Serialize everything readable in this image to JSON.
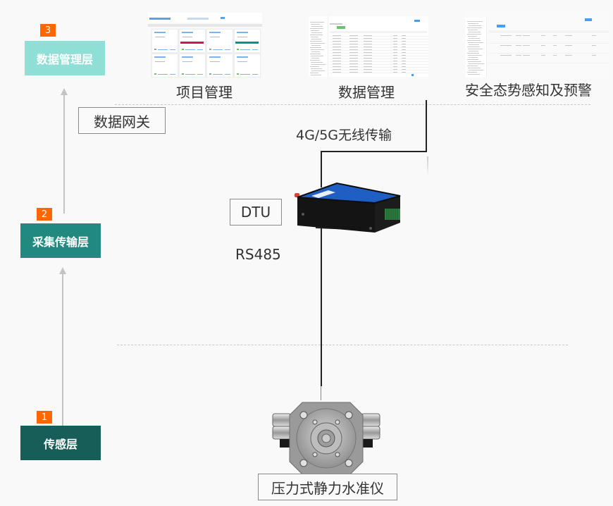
{
  "layers": [
    {
      "number": "3",
      "label": "数据管理层",
      "color": "#8fdfd6"
    },
    {
      "number": "2",
      "label": "采集传输层",
      "color": "#21897f"
    },
    {
      "number": "1",
      "label": "传感层",
      "color": "#175e59"
    }
  ],
  "badge_color": "#ff6600",
  "applications": [
    {
      "label": "项目管理",
      "icon": "project-management-screenshot"
    },
    {
      "label": "数据管理",
      "icon": "data-management-screenshot"
    },
    {
      "label": "安全态势感知及预警",
      "icon": "safety-awareness-screenshot"
    }
  ],
  "gateway_label": "数据网关",
  "transmission_label": "4G/5G无线传输",
  "dtu_label": "DTU",
  "dtu_icon": "dtu-device-image",
  "protocol_label": "RS485",
  "sensor_label": "压力式静力水准仪",
  "sensor_icon": "static-level-gauge-image"
}
